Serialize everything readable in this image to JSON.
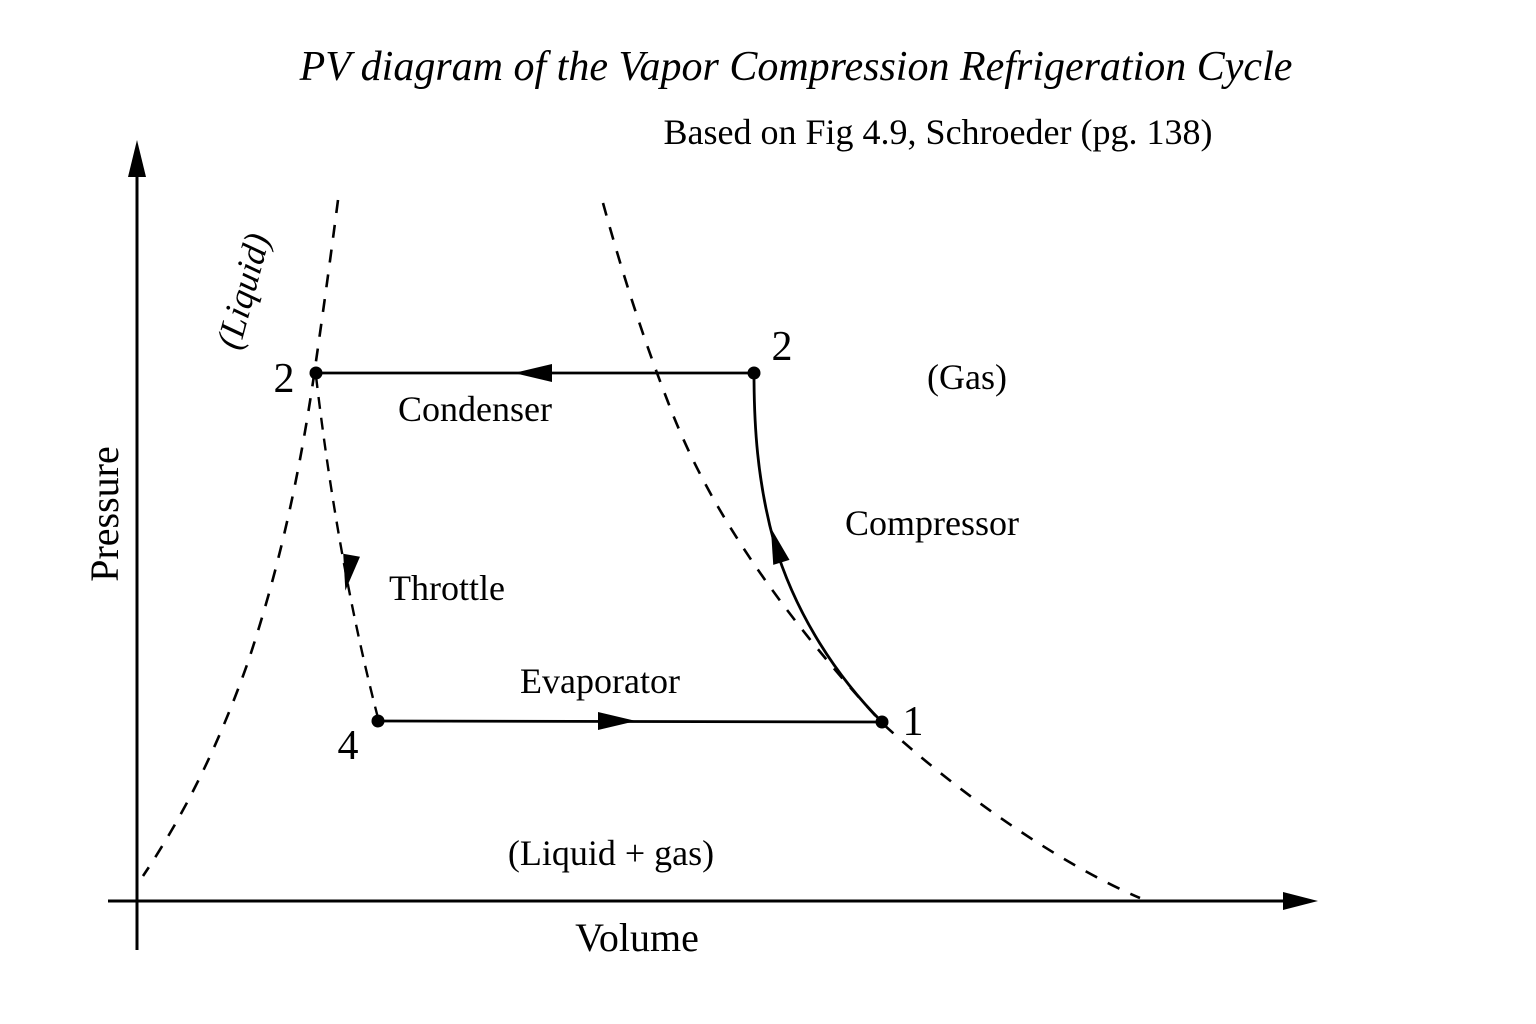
{
  "title": "PV diagram of the Vapor Compression Refrigeration Cycle",
  "subtitle": "Based on Fig 4.9, Schroeder (pg. 138)",
  "axes": {
    "y_label": "Pressure",
    "x_label": "Volume"
  },
  "regions": {
    "liquid": "(Liquid)",
    "gas": "(Gas)",
    "liquid_gas": "(Liquid + gas)"
  },
  "processes": {
    "condenser": "Condenser",
    "compressor": "Compressor",
    "throttle": "Throttle",
    "evaporator": "Evaporator"
  },
  "points": {
    "state_2_left": "2",
    "state_2_right": "2",
    "state_4": "4",
    "state_1": "1"
  },
  "colors": {
    "ink": "#000000",
    "background": "#ffffff"
  }
}
